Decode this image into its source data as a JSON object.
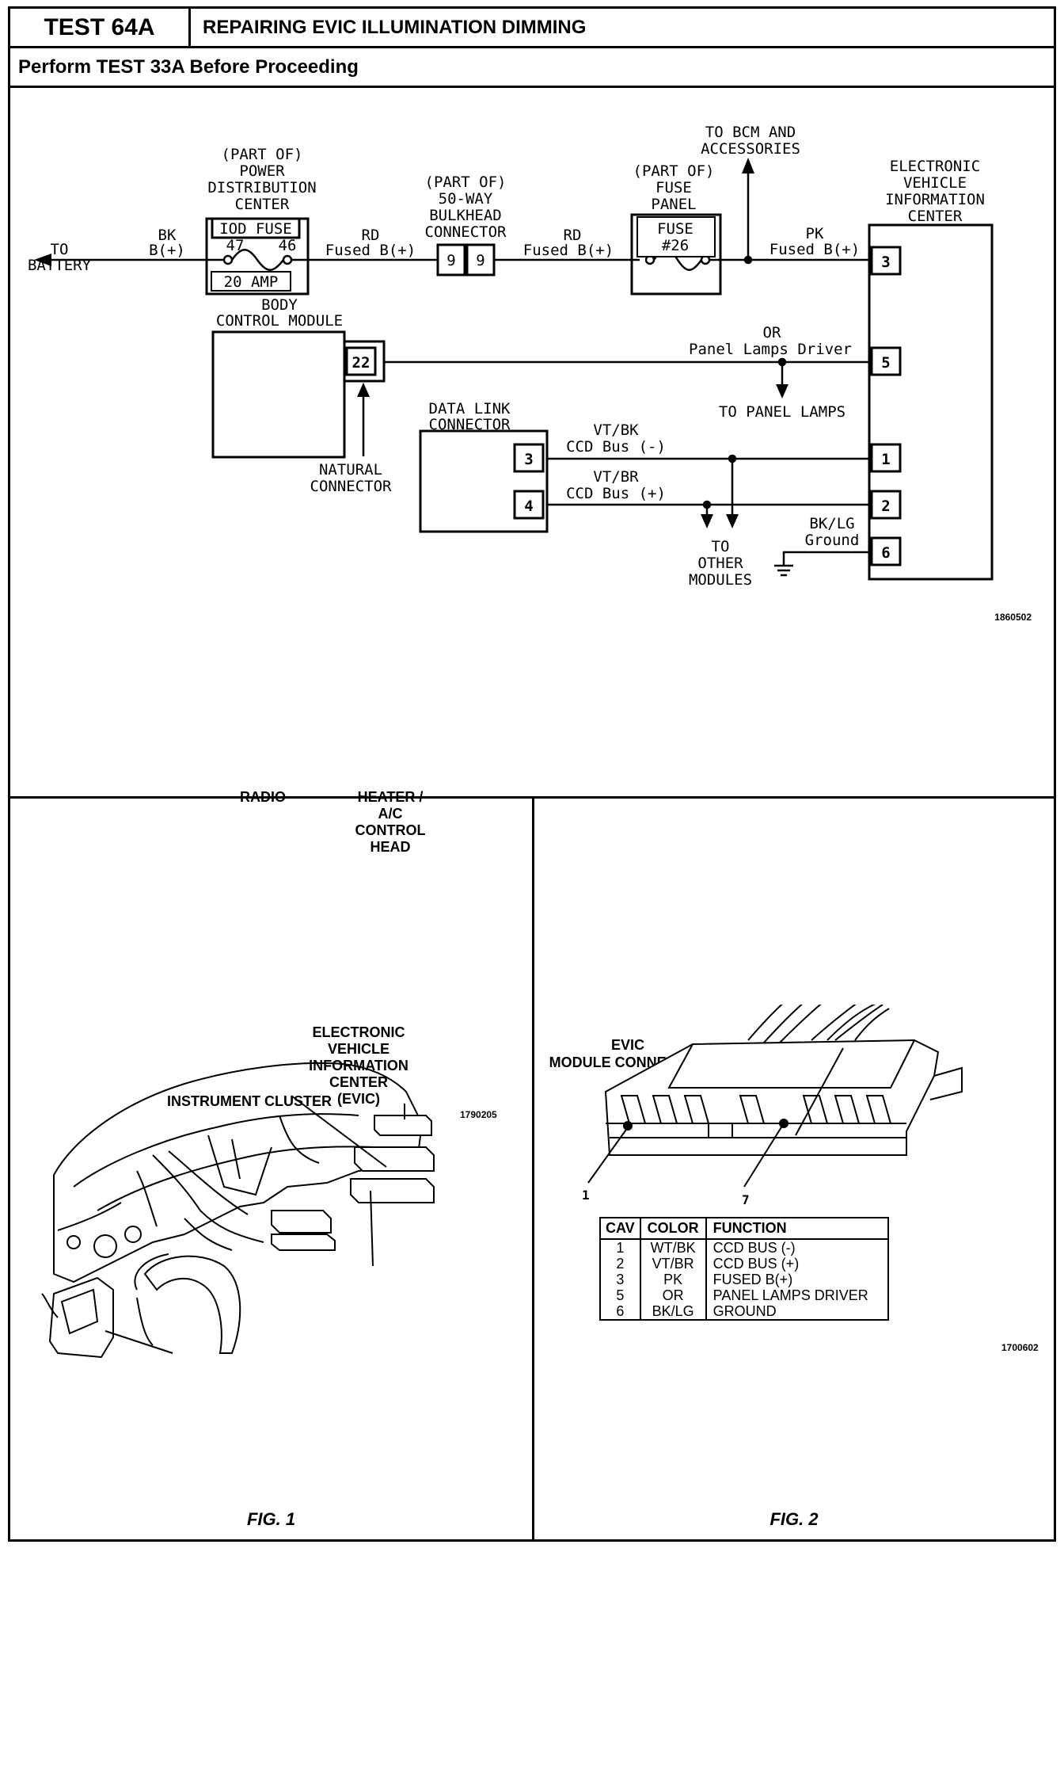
{
  "header": {
    "test_number": "TEST 64A",
    "title": "REPAIRING EVIC ILLUMINATION DIMMING",
    "prerequisite": "Perform TEST 33A Before Proceeding"
  },
  "schematic": {
    "ref_number": "1860502",
    "to_battery": [
      "TO",
      "BATTERY"
    ],
    "bk_wire": [
      "BK",
      "B(+)"
    ],
    "pdc": {
      "label": [
        "(PART OF)",
        "POWER",
        "DISTRIBUTION",
        "CENTER"
      ],
      "fuse_name": "IOD FUSE",
      "pin_a": "47",
      "pin_b": "46",
      "rating": "20 AMP"
    },
    "rd_wire_1": [
      "RD",
      "Fused B(+)"
    ],
    "bulkhead": {
      "label": [
        "(PART OF)",
        "50-WAY",
        "BULKHEAD",
        "CONNECTOR"
      ],
      "pin_a": "9",
      "pin_b": "9"
    },
    "rd_wire_2": [
      "RD",
      "Fused B(+)"
    ],
    "fuse_panel": {
      "label": [
        "(PART OF)",
        "FUSE",
        "PANEL"
      ],
      "fuse_name": "FUSE",
      "fuse_no": "#26"
    },
    "to_bcm": [
      "TO BCM AND",
      "ACCESSORIES"
    ],
    "pk_wire": [
      "PK",
      "Fused B(+)"
    ],
    "evic": {
      "label": [
        "ELECTRONIC",
        "VEHICLE",
        "INFORMATION",
        "CENTER"
      ],
      "pins": [
        "3",
        "5",
        "1",
        "2",
        "6"
      ]
    },
    "bcm": {
      "label": [
        "BODY",
        "CONTROL MODULE"
      ],
      "pin": "22"
    },
    "or_wire": [
      "OR",
      "Panel Lamps Driver"
    ],
    "to_panel_lamps": "TO PANEL LAMPS",
    "natural_connector": [
      "NATURAL",
      "CONNECTOR"
    ],
    "dlc": {
      "label": [
        "DATA LINK",
        "CONNECTOR"
      ],
      "pins": [
        "3",
        "4"
      ]
    },
    "vtbk_wire": [
      "VT/BK",
      "CCD Bus (-)"
    ],
    "vtbr_wire": [
      "VT/BR",
      "CCD Bus (+)"
    ],
    "to_other": [
      "TO",
      "OTHER",
      "MODULES"
    ],
    "ground_wire": [
      "BK/LG",
      "Ground"
    ]
  },
  "fig1": {
    "caption": "FIG. 1",
    "ref_number": "1790205",
    "labels": {
      "radio": "RADIO",
      "heater": [
        "HEATER /",
        "A/C",
        "CONTROL",
        "HEAD"
      ],
      "evic": [
        "ELECTRONIC",
        "VEHICLE",
        "INFORMATION",
        "CENTER",
        "(EVIC)"
      ],
      "cluster": "INSTRUMENT CLUSTER"
    }
  },
  "fig2": {
    "caption": "FIG. 2",
    "ref_number": "1700602",
    "title": [
      "EVIC",
      "MODULE CONNECTOR"
    ],
    "pin_first": "1",
    "pin_last": "7",
    "table": {
      "headers": [
        "CAV",
        "COLOR",
        "FUNCTION"
      ],
      "rows": [
        [
          "1",
          "WT/BK",
          "CCD BUS (-)"
        ],
        [
          "2",
          "VT/BR",
          "CCD BUS (+)"
        ],
        [
          "3",
          "PK",
          "FUSED B(+)"
        ],
        [
          "5",
          "OR",
          "PANEL LAMPS DRIVER"
        ],
        [
          "6",
          "BK/LG",
          "GROUND"
        ]
      ]
    }
  }
}
